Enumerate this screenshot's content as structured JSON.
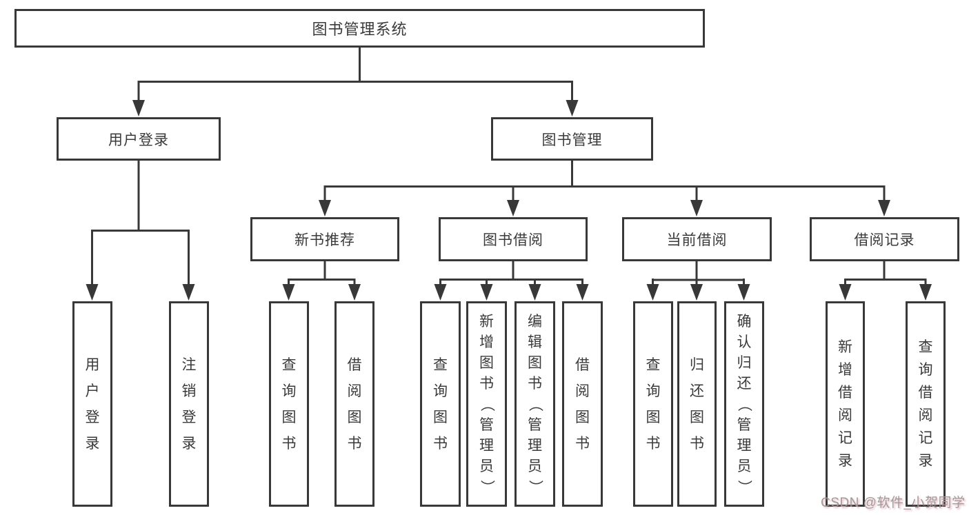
{
  "diagram": {
    "root": {
      "label": "图书管理系统"
    },
    "branches": [
      {
        "label": "用户登录",
        "children": [
          {
            "label": "用户登录"
          },
          {
            "label": "注销登录"
          }
        ]
      },
      {
        "label": "图书管理",
        "children": [
          {
            "label": "新书推荐",
            "children": [
              {
                "label": "查询图书"
              },
              {
                "label": "借阅图书"
              }
            ]
          },
          {
            "label": "图书借阅",
            "children": [
              {
                "label": "查询图书"
              },
              {
                "label": "新增图书（管理员）"
              },
              {
                "label": "编辑图书（管理员）"
              },
              {
                "label": "借阅图书"
              }
            ]
          },
          {
            "label": "当前借阅",
            "children": [
              {
                "label": "查询图书"
              },
              {
                "label": "归还图书"
              },
              {
                "label": "确认归还（管理员）"
              }
            ]
          },
          {
            "label": "借阅记录",
            "children": [
              {
                "label": "新增借阅记录"
              },
              {
                "label": "查询借阅记录"
              }
            ]
          }
        ]
      }
    ]
  },
  "watermark": {
    "text": "CSDN @软件_小贺同学"
  },
  "colors": {
    "line": "#383838",
    "text": "#3a3a3a",
    "background": "#ffffff",
    "watermark": "#9b9b9b",
    "watermark_tint": "#e07a88"
  }
}
